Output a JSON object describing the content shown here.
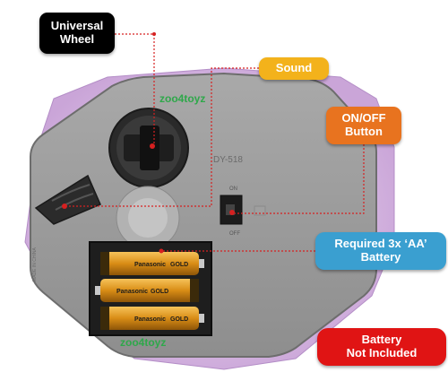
{
  "callouts": {
    "universal_wheel": "Universal\nWheel",
    "sound": "Sound",
    "on_off": "ON/OFF\nButton",
    "battery_required": "Required 3x ‘AA’\nBattery",
    "battery_not_included": "Battery\nNot Included"
  },
  "device": {
    "brand_logo_top": "zoo4toyz",
    "model": "DY-518",
    "switch_on": "ON",
    "switch_off": "OFF",
    "made_in": "MADE IN CHINA",
    "brand_logo_bottom": "zoo4toyz",
    "battery_brand": "Panasonic",
    "battery_gold": "GOLD"
  },
  "colors": {
    "body_gray": "#9a9a9a",
    "purple_shell": "#c9a6d9",
    "leader_red": "#d62020"
  }
}
